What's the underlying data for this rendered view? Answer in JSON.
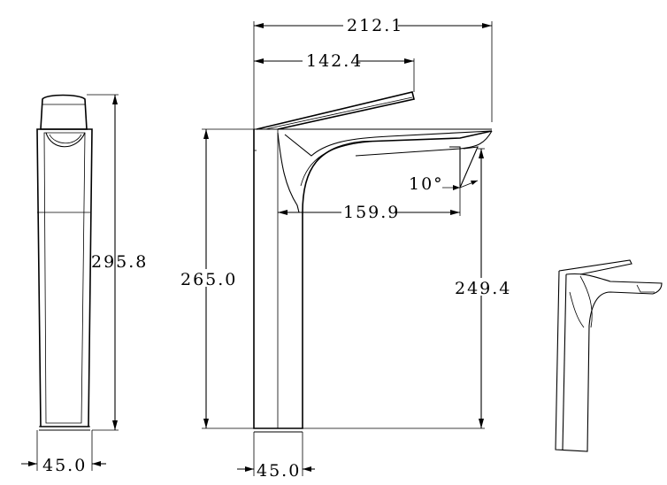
{
  "dimensions": {
    "total_length": "212.1",
    "lever_length": "142.4",
    "spout_reach": "159.9",
    "spout_angle": "10°",
    "side_height": "295.8",
    "front_height": "265.0",
    "spout_height": "249.4",
    "side_width": "45.0",
    "front_width": "45.0"
  }
}
